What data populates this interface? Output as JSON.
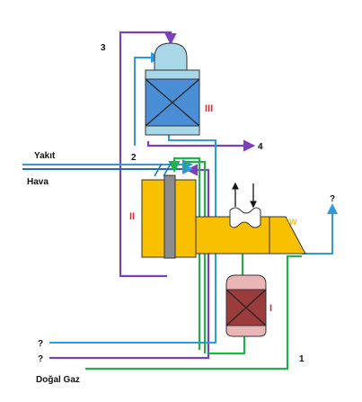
{
  "labels": {
    "yakit": "Yakıt",
    "hava": "Hava",
    "dogal_gaz": "Doğal Gaz",
    "n1": "1",
    "n2": "2",
    "n3": "3",
    "n4": "4",
    "q_out": "?",
    "q_in1": "?",
    "q_in2": "?",
    "bfw": "BFW",
    "r1": "I",
    "r2": "II",
    "r3": "III"
  },
  "colors": {
    "purple": "#7b3fbf",
    "blue": "#2e9be0",
    "green": "#22b04b",
    "yellow": "#f9c000",
    "reactor_iii": "#4a8fd6",
    "cap_iii": "#a8d8e8",
    "reactor_i": "#9c3b3b",
    "cap_i": "#e9b5b5",
    "grey_rod": "#8c8c8c"
  }
}
